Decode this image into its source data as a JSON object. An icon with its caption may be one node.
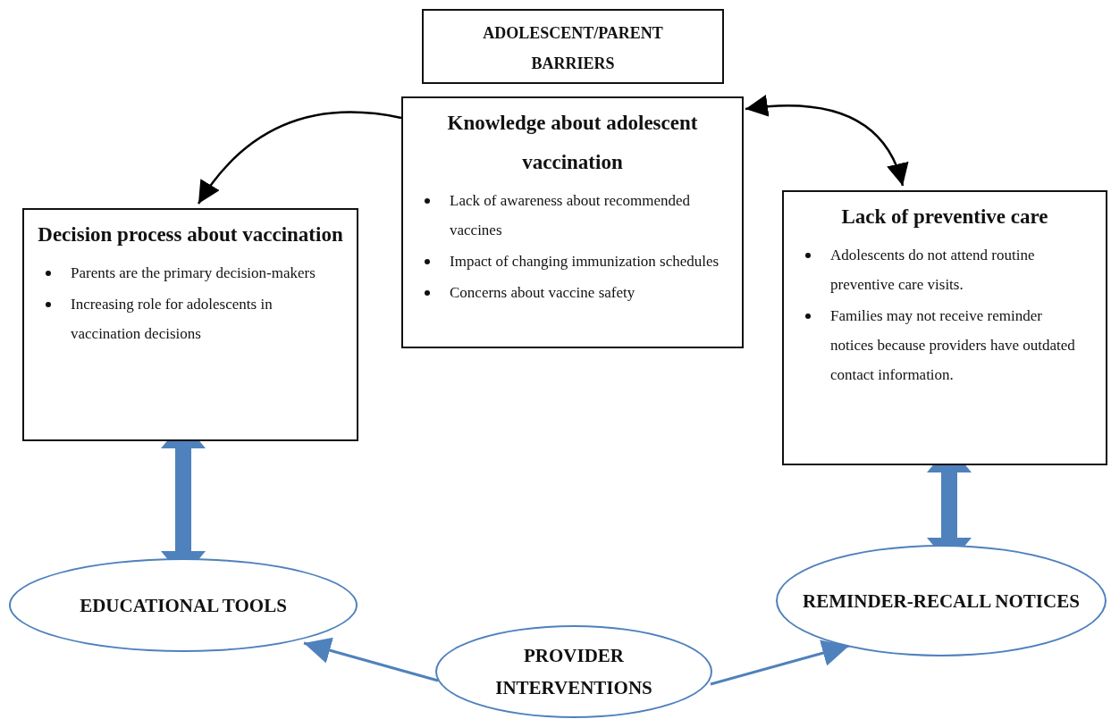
{
  "diagram": {
    "nodes": [
      {
        "text": [
          "ADOLESCENT/PARENT BARRIERS"
        ]
      },
      {
        "text": [
          "Knowledge about adolescent vaccination",
          "Lack of awareness about recommended vaccines",
          "Impact of changing immunization schedules",
          "Concerns about vaccine safety"
        ]
      },
      {
        "text": [
          "Decision process about vaccination",
          "Parents are the primary decision-makers",
          "Increasing role for adolescents in vaccination decisions"
        ]
      },
      {
        "text": [
          "Lack of preventive care",
          "Adolescents do not attend routine preventive care visits.",
          "Families may not receive reminder notices because providers have outdated contact information."
        ]
      },
      {
        "text": [
          "EDUCATIONAL TOOLS"
        ]
      },
      {
        "text": [
          "REMINDER-RECALL NOTICES"
        ]
      },
      {
        "text": [
          "PROVIDER INTERVENTIONS"
        ]
      }
    ],
    "edges": [
      {
        "from": 1,
        "to": 2,
        "arrow": "to",
        "color": "#000000"
      },
      {
        "from": 1,
        "to": 3,
        "arrow": "both",
        "color": "#000000"
      },
      {
        "from": 2,
        "to": 4,
        "arrow": "both",
        "style": "thick"
      },
      {
        "from": 3,
        "to": 5,
        "arrow": "both",
        "style": "thick"
      },
      {
        "from": 6,
        "to": 4,
        "arrow": "to"
      },
      {
        "from": 6,
        "to": 5,
        "arrow": "to"
      }
    ]
  }
}
